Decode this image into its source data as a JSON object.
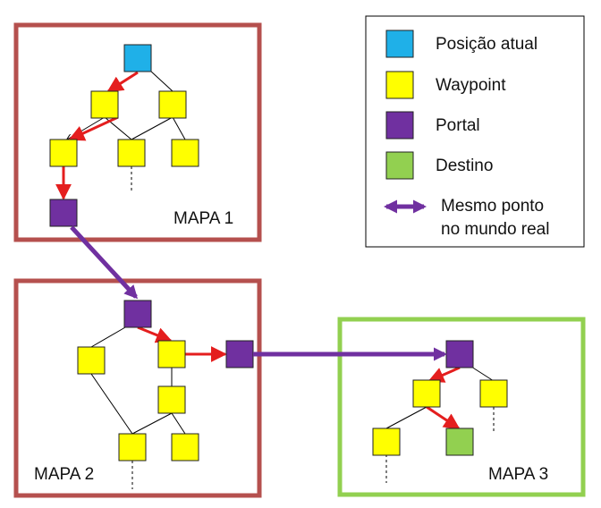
{
  "colors": {
    "current": "#1FB0E8",
    "waypoint": "#FFFF00",
    "portal": "#7030A0",
    "destination": "#92D050",
    "path": "#E41E1E",
    "map_border_red": "#B5504E",
    "map_border_green": "#92D050",
    "portal_link": "#7030A0"
  },
  "maps": {
    "map1": {
      "label": "MAPA 1"
    },
    "map2": {
      "label": "MAPA 2"
    },
    "map3": {
      "label": "MAPA 3"
    }
  },
  "legend": {
    "current": "Posição atual",
    "waypoint": "Waypoint",
    "portal": "Portal",
    "destination": "Destino",
    "same_point_line1": "Mesmo ponto",
    "same_point_line2": "no mundo real"
  }
}
